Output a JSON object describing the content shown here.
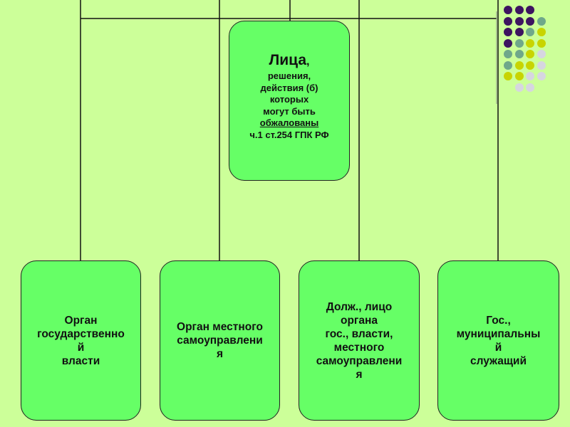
{
  "center": {
    "title": "Лица",
    "title_comma": ",",
    "line1": "решения,",
    "line2": "действия (б)",
    "line3": "которых",
    "line4": "могут быть",
    "line5": "обжалованы",
    "line6": "ч.1 ст.254 ГПК РФ"
  },
  "boxes": [
    {
      "text": "Орган\nгосударственно\nй\nвласти"
    },
    {
      "text": "Орган местного\nсамоуправлени\nя"
    },
    {
      "text": "Долж., лицо\nоргана\nгос., власти,\nместного\nсамоуправлени\nя"
    },
    {
      "text": "Гос.,\nмуниципальны\nй\nслужащий"
    }
  ],
  "colors": {
    "background": "#ccff99",
    "box_fill": "#66ff66",
    "line": "#111111",
    "dot_purple": "#3d1460",
    "dot_teal": "#6fa88a",
    "dot_yellow": "#c8d400",
    "dot_gray": "#d6d6e0"
  },
  "decoration": {
    "dot_grid": [
      [
        "purple",
        "purple",
        "purple",
        null
      ],
      [
        "purple",
        "purple",
        "purple",
        "teal"
      ],
      [
        "purple",
        "purple",
        "teal",
        "yellow"
      ],
      [
        "purple",
        "teal",
        "yellow",
        "yellow"
      ],
      [
        "teal",
        "teal",
        "yellow",
        "gray"
      ],
      [
        "teal",
        "yellow",
        "yellow",
        "gray"
      ],
      [
        "yellow",
        "yellow",
        "gray",
        "gray"
      ],
      [
        null,
        "gray",
        "gray",
        null
      ]
    ]
  }
}
